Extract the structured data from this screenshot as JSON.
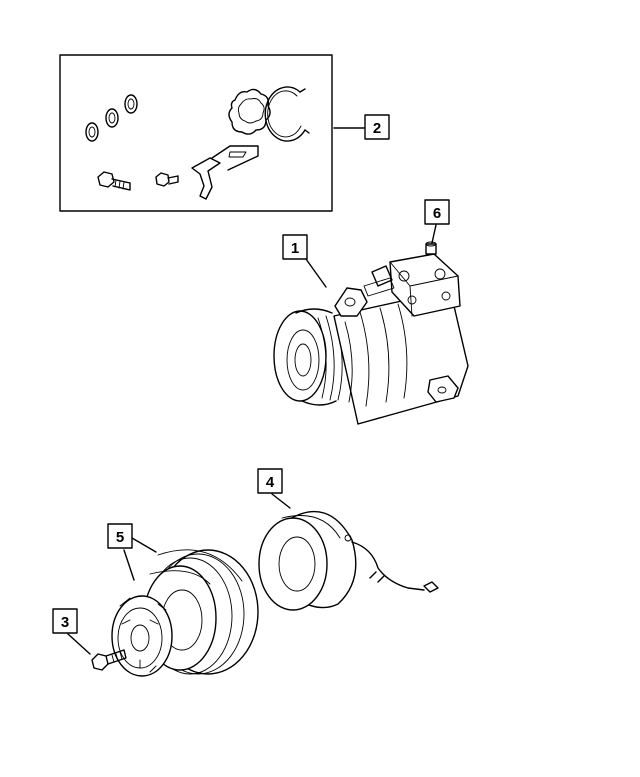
{
  "callouts": [
    {
      "id": "1",
      "label": "1"
    },
    {
      "id": "2",
      "label": "2"
    },
    {
      "id": "3",
      "label": "3"
    },
    {
      "id": "4",
      "label": "4"
    },
    {
      "id": "5",
      "label": "5"
    },
    {
      "id": "6",
      "label": "6"
    }
  ],
  "colors": {
    "line": "#000000",
    "background": "#ffffff"
  },
  "icons": [
    "o-ring-icon",
    "washer-icon",
    "snap-ring-icon",
    "bolt-icon",
    "bracket-icon",
    "compressor-icon",
    "clutch-coil-icon",
    "pulley-icon",
    "clutch-plate-icon"
  ]
}
